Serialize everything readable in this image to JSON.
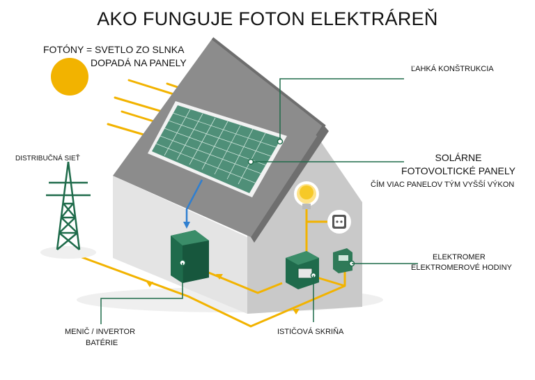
{
  "title": "AKO FUNGUJE FOTON ELEKTRÁREŇ",
  "labels": {
    "photons_line1": "FOTÓNY = SVETLO ZO SLNKA",
    "photons_line2": "DOPADÁ NA PANELY",
    "light_structure": "ĽAHKÁ KONŠTRUKCIA",
    "solar_line1": "SOLÁRNE",
    "solar_line2": "FOTOVOLTICKÉ PANELY",
    "solar_line3": "ČÍM VIAC PANELOV TÝM VYŠŠÍ VÝKON",
    "grid": "DISTRIBUČNÁ SIEŤ",
    "meter_line1": "ELEKTROMER",
    "meter_line2": "ELEKTROMEROVÉ HODINY",
    "inverter_line1": "MENIČ / INVERTOR",
    "inverter_line2": "BATÉRIE",
    "breaker_box": "ISTIČOVÁ SKRIŇA"
  },
  "colors": {
    "sun": "#f2b300",
    "wire": "#f2b300",
    "leader": "#1e6b4a",
    "panel": "#4f8f78",
    "equipment": "#1f6b4c",
    "roof": "#8a8a8a",
    "wall": "#e2e2e2",
    "dc_wire": "#2f7fd0"
  }
}
